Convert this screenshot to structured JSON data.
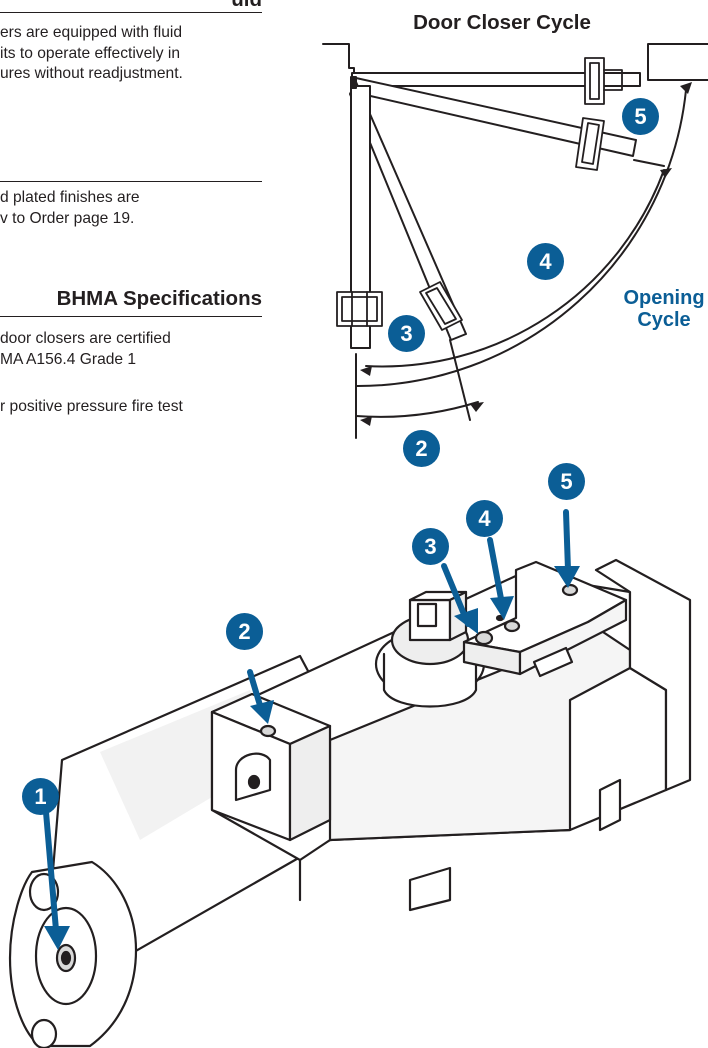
{
  "left_column": {
    "top_heading_fragment": "uid",
    "fluid_paragraph": [
      "ers are equipped with fluid",
      "its to operate effectively in",
      "ures without readjustment."
    ],
    "finish_paragraph": [
      "d plated finishes are",
      "v to Order page 19."
    ],
    "bhma_heading": "BHMA Specifications",
    "bhma_paragraph": [
      "door closers are certified",
      "MA A156.4 Grade 1"
    ],
    "fire_paragraph": "r positive pressure fire test"
  },
  "door_cycle_diagram": {
    "title": "Door Closer Cycle",
    "opening_cycle_label": [
      "Opening",
      "Cycle"
    ],
    "markers": [
      "5",
      "4",
      "3",
      "2"
    ]
  },
  "closer_diagram": {
    "markers": [
      "1",
      "2",
      "3",
      "4",
      "5"
    ]
  },
  "colors": {
    "accent_blue": "#0b5e96",
    "ink": "#231f20",
    "background": "#ffffff"
  }
}
